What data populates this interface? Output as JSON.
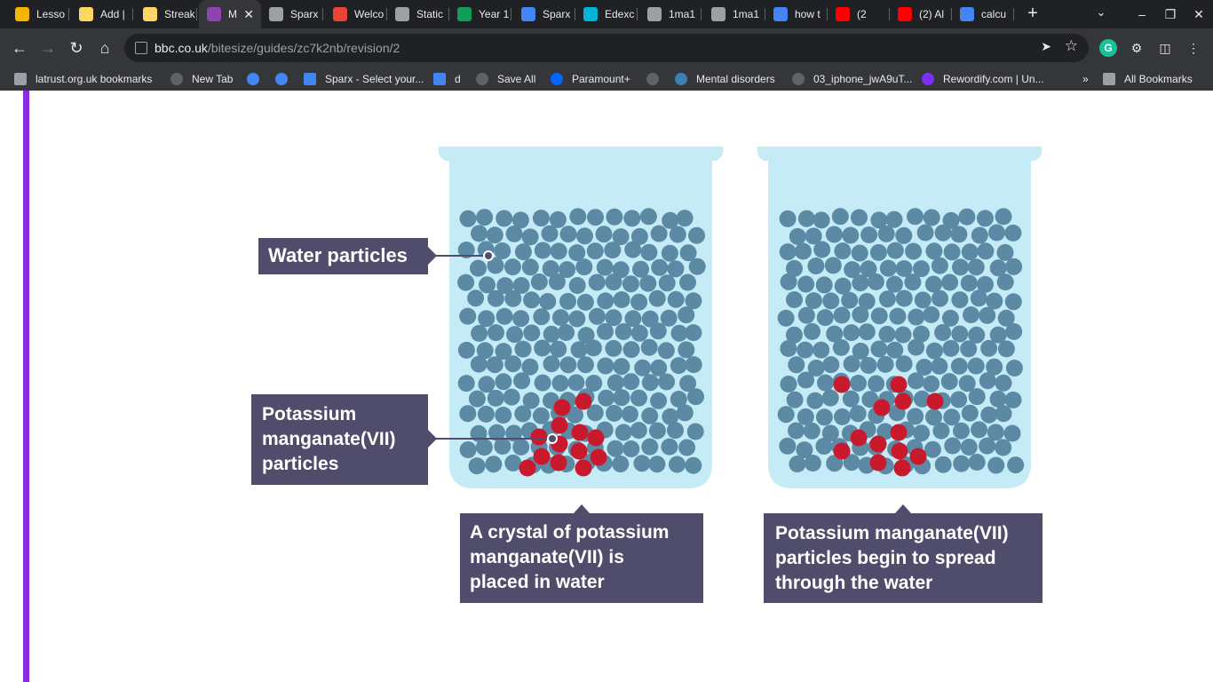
{
  "tabs": [
    {
      "title": "Lesso",
      "icon": "slides-icon",
      "color": "#f4b400"
    },
    {
      "title": "Add |",
      "icon": "star-icon",
      "color": "#fdd663"
    },
    {
      "title": "Streak",
      "icon": "star-icon",
      "color": "#fdd663"
    },
    {
      "title": "M",
      "icon": "m-logo-icon",
      "color": "#8e44ad"
    },
    {
      "title": "Sparx",
      "icon": "layers-icon",
      "color": "#9aa0a6"
    },
    {
      "title": "Welco",
      "icon": "gmail-icon",
      "color": "#ea4335"
    },
    {
      "title": "Static",
      "icon": "globe-icon",
      "color": "#9aa0a6"
    },
    {
      "title": "Year 1",
      "icon": "sheets-icon",
      "color": "#0f9d58"
    },
    {
      "title": "Sparx",
      "icon": "s-logo-icon",
      "color": "#4285f4"
    },
    {
      "title": "Edexc",
      "icon": "edexcel-icon",
      "color": "#00b4d8"
    },
    {
      "title": "1ma1",
      "icon": "globe-icon",
      "color": "#9aa0a6"
    },
    {
      "title": "1ma1",
      "icon": "globe-icon",
      "color": "#9aa0a6"
    },
    {
      "title": "how t",
      "icon": "google-icon",
      "color": "#4285f4"
    },
    {
      "title": "(2",
      "icon": "youtube-icon",
      "color": "#ff0000"
    },
    {
      "title": "(2) Al",
      "icon": "youtube-icon",
      "color": "#ff0000"
    },
    {
      "title": "calcu",
      "icon": "google-icon",
      "color": "#4285f4"
    }
  ],
  "url": {
    "domain": "bbc.co.uk",
    "path": "/bitesize/guides/zc7k2nb/revision/2"
  },
  "bookmarks": [
    {
      "label": "latrust.org.uk bookmarks",
      "icon": "folder-icon"
    },
    {
      "label": "New Tab",
      "icon": "globe-icon"
    },
    {
      "label": "",
      "icon": "google-icon"
    },
    {
      "label": "",
      "icon": "google-icon"
    },
    {
      "label": "Sparx - Select your...",
      "icon": "s-logo-icon"
    },
    {
      "label": "d",
      "icon": "docs-icon"
    },
    {
      "label": "Save All",
      "icon": "globe-icon"
    },
    {
      "label": "Paramount+",
      "icon": "paramount-icon"
    },
    {
      "label": "",
      "icon": "globe-icon"
    },
    {
      "label": "Mental disorders",
      "icon": "who-icon"
    },
    {
      "label": "03_iphone_jwA9uT...",
      "icon": "globe-icon"
    },
    {
      "label": "Rewordify.com | Un...",
      "icon": "r-logo-icon"
    }
  ],
  "all_bookmarks_label": "All Bookmarks",
  "diagram": {
    "water_label": "Water particles",
    "kmno4_label": [
      "Potassium",
      "manganate(VII)",
      "particles"
    ],
    "caption_left": [
      "A crystal of potassium",
      "manganate(VII) is",
      "placed in water"
    ],
    "caption_right": [
      "Potassium manganate(VII)",
      "particles begin to spread",
      "through the water"
    ],
    "colors": {
      "beaker_fill": "#c5ebf6",
      "water_particle": "#5c8aa5",
      "kmno4_particle": "#c8192d",
      "label_bg": "#4f4d6b",
      "accent_bar": "#8a2be2"
    }
  }
}
